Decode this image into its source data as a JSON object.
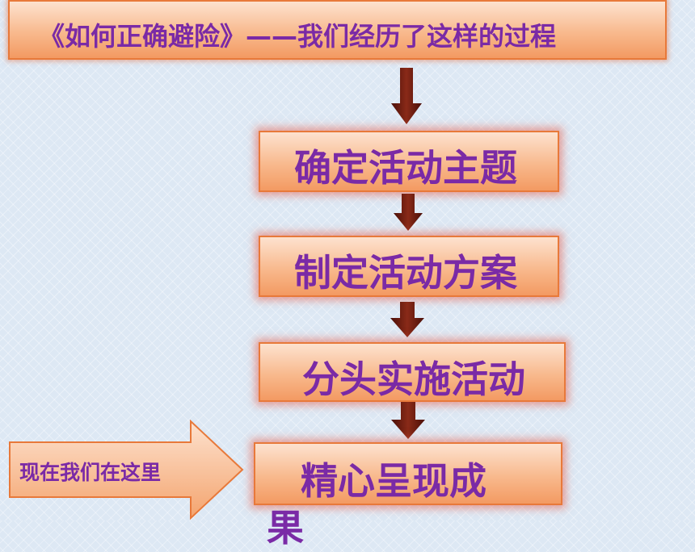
{
  "title": "《如何正确避险》——我们经历了这样的过程",
  "steps": [
    "确定活动主题",
    "制定活动方案",
    "分头实施活动",
    "精心呈现成",
    "果"
  ],
  "here_label": "现在我们在这里",
  "colors": {
    "text": "#7a2aa6",
    "box_fill": "#f8b98d",
    "box_border": "#e8793a",
    "arrow": "#6b1e12"
  }
}
